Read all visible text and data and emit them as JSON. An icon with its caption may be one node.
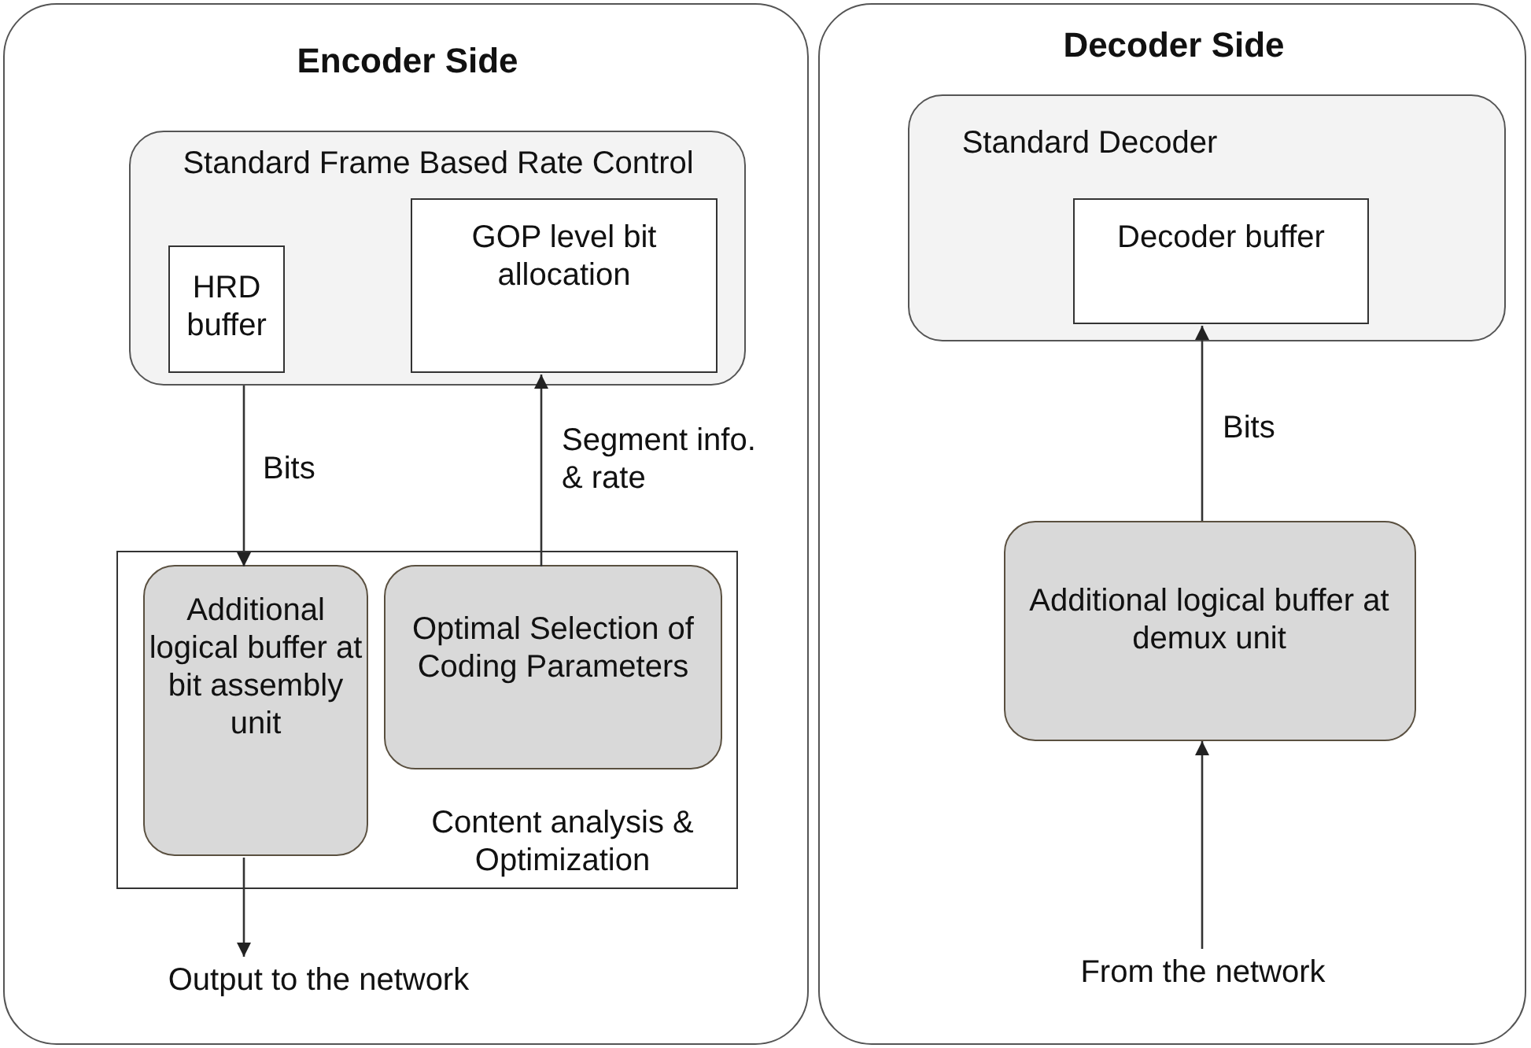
{
  "diagram": {
    "nodes": [
      {
        "text": [
          "Encoder Side"
        ]
      },
      {
        "text": [
          "Standard Frame Based Rate Control"
        ],
        "in": 0
      },
      {
        "text": [
          "HRD buffer"
        ],
        "in": 1
      },
      {
        "text": [
          "GOP level bit allocation"
        ],
        "in": 1
      },
      {
        "text": [
          "Content analysis & Optimization"
        ],
        "in": 0
      },
      {
        "text": [
          "Additional logical buffer at bit assembly unit"
        ],
        "in": 4
      },
      {
        "text": [
          "Optimal Selection of Coding Parameters"
        ],
        "in": 4
      },
      {
        "text": [
          "Output to the network"
        ],
        "in": 0
      },
      {
        "text": [
          "Decoder Side"
        ]
      },
      {
        "text": [
          "Standard Decoder"
        ],
        "in": 8
      },
      {
        "text": [
          "Decoder buffer"
        ],
        "in": 9
      },
      {
        "text": [
          "Additional logical buffer at demux unit"
        ],
        "in": 8
      },
      {
        "text": [
          "From the network"
        ],
        "in": 8
      }
    ],
    "edges": [
      {
        "from": 1,
        "to": 5,
        "arrow": "to",
        "label": "Bits"
      },
      {
        "from": 6,
        "to": 3,
        "arrow": "to",
        "label": "Segment info. & rate"
      },
      {
        "from": 5,
        "to": 7,
        "arrow": "to"
      },
      {
        "from": 12,
        "to": 11,
        "arrow": "to"
      },
      {
        "from": 11,
        "to": 10,
        "arrow": "to",
        "label": "Bits"
      }
    ]
  }
}
